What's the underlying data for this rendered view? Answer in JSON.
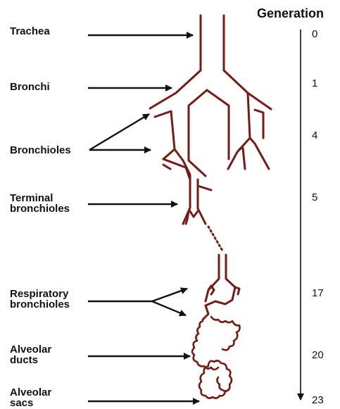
{
  "header": {
    "title": "Generation"
  },
  "labels": [
    {
      "name": "label-trachea",
      "text": "Trachea"
    },
    {
      "name": "label-bronchi",
      "text": "Bronchi"
    },
    {
      "name": "label-bronchioles",
      "text": "Bronchioles"
    },
    {
      "name": "label-terminal-bronchioles",
      "text": "Terminal\nbronchioles"
    },
    {
      "name": "label-respiratory-bronchioles",
      "text": "Respiratory\nbronchioles"
    },
    {
      "name": "label-alveolar-ducts",
      "text": "Alveolar\nducts"
    },
    {
      "name": "label-alveolar-sacs",
      "text": "Alveolar\nsacs"
    }
  ],
  "generations": [
    "0",
    "1",
    "4",
    "5",
    "17",
    "20",
    "23"
  ],
  "colors": {
    "airway": "#7a1a14",
    "arrow": "#111111",
    "text": "#111111"
  }
}
